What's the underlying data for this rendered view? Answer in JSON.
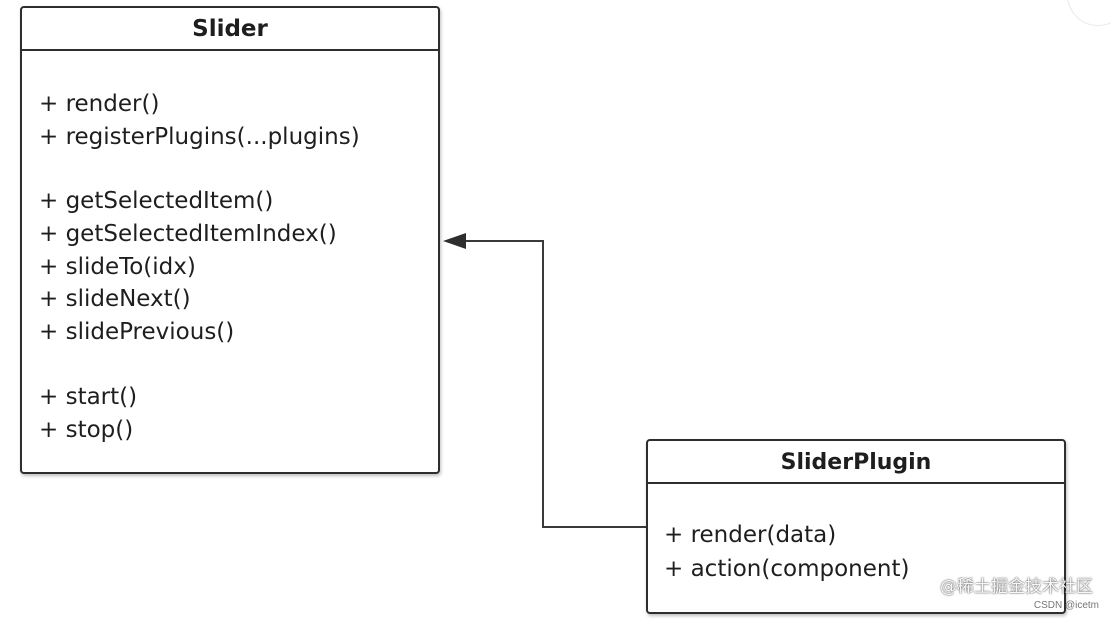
{
  "diagram": {
    "slider_class": {
      "name": "Slider",
      "method_groups": [
        [
          "+ render()",
          "+ registerPlugins(...plugins)"
        ],
        [
          "+ getSelectedItem()",
          "+ getSelectedItemIndex()",
          "+ slideTo(idx)",
          "+ slideNext()",
          "+ slidePrevious()"
        ],
        [
          "+ start()",
          "+ stop()"
        ]
      ]
    },
    "plugin_class": {
      "name": "SliderPlugin",
      "methods": [
        "+ render(data)",
        "+ action(component)"
      ]
    },
    "relation": {
      "from": "SliderPlugin",
      "to": "Slider",
      "arrowhead": "filled-triangle"
    }
  },
  "watermark": {
    "text": "@稀土掘金技术社区",
    "sub": "CSDN @icetm"
  },
  "colors": {
    "border": "#2e2e2e",
    "text": "#1e1e1e",
    "background": "#ffffff"
  }
}
